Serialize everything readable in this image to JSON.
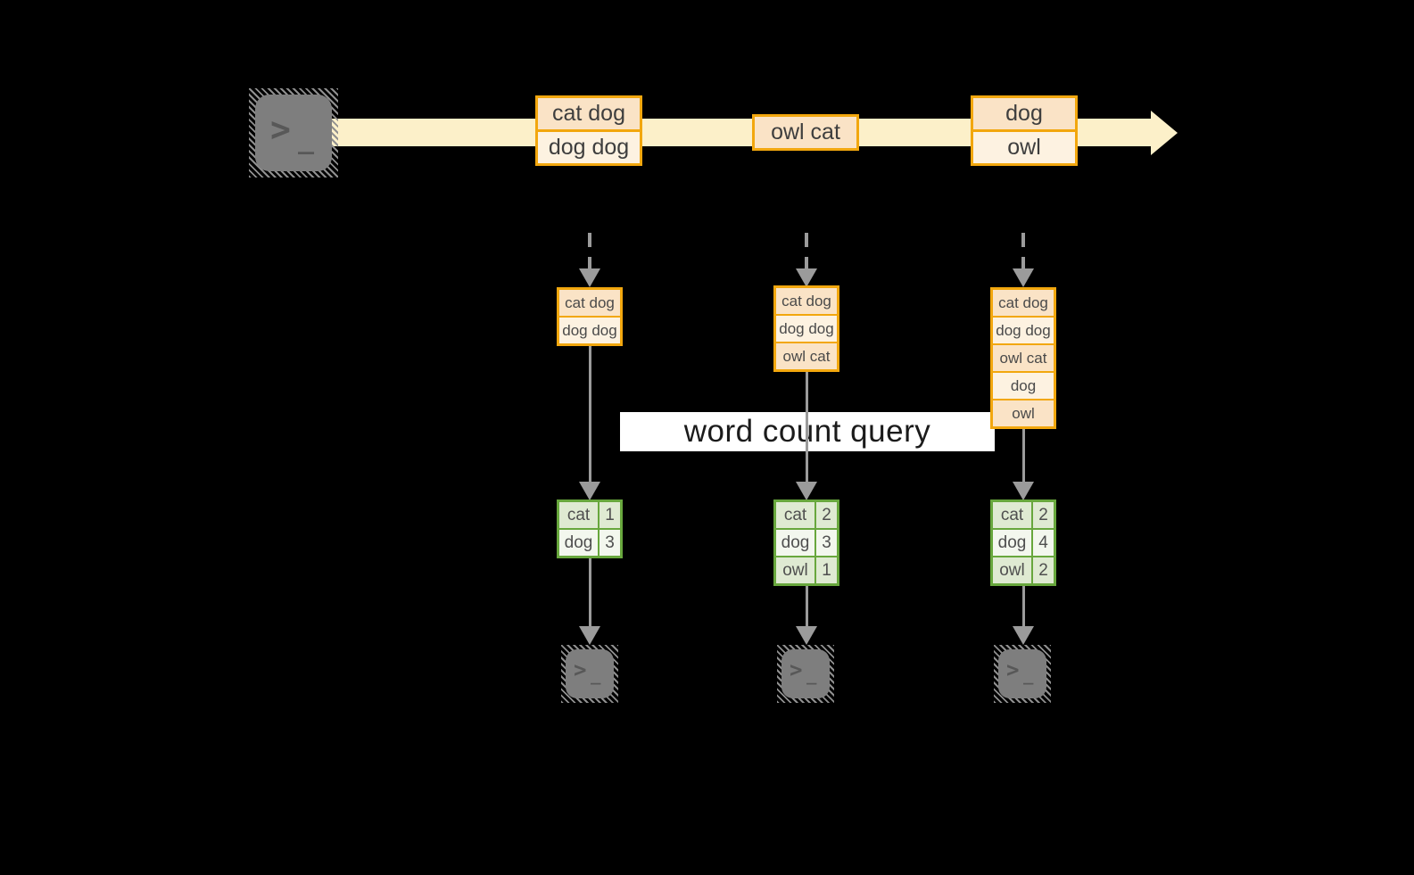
{
  "banner": {
    "label": "word count query"
  },
  "terminal": {
    "prompt": ">",
    "cursor": "_"
  },
  "stream": {
    "messages": [
      {
        "lines": [
          "cat dog",
          "dog dog"
        ]
      },
      {
        "lines": [
          "owl cat"
        ]
      },
      {
        "lines": [
          "dog",
          "owl"
        ]
      }
    ]
  },
  "columns": [
    {
      "batch": [
        "cat dog",
        "dog dog"
      ],
      "counts": [
        {
          "word": "cat",
          "count": "1"
        },
        {
          "word": "dog",
          "count": "3"
        }
      ]
    },
    {
      "batch": [
        "cat dog",
        "dog dog",
        "owl cat"
      ],
      "counts": [
        {
          "word": "cat",
          "count": "2"
        },
        {
          "word": "dog",
          "count": "3"
        },
        {
          "word": "owl",
          "count": "1"
        }
      ]
    },
    {
      "batch": [
        "cat dog",
        "dog dog",
        "owl cat",
        "dog",
        "owl"
      ],
      "counts": [
        {
          "word": "cat",
          "count": "2"
        },
        {
          "word": "dog",
          "count": "4"
        },
        {
          "word": "owl",
          "count": "2"
        }
      ]
    }
  ],
  "colors": {
    "stream_band": "#fcf0c9",
    "box_border": "#f2a70e",
    "box_fill_dark": "#fae3c6",
    "box_fill_light": "#fdf2e1",
    "table_border": "#68a73d",
    "table_fill_dark": "#dfead2",
    "table_fill_light": "#f3f7ee",
    "arrow_gray": "#9b9b9b",
    "background": "#000000"
  }
}
